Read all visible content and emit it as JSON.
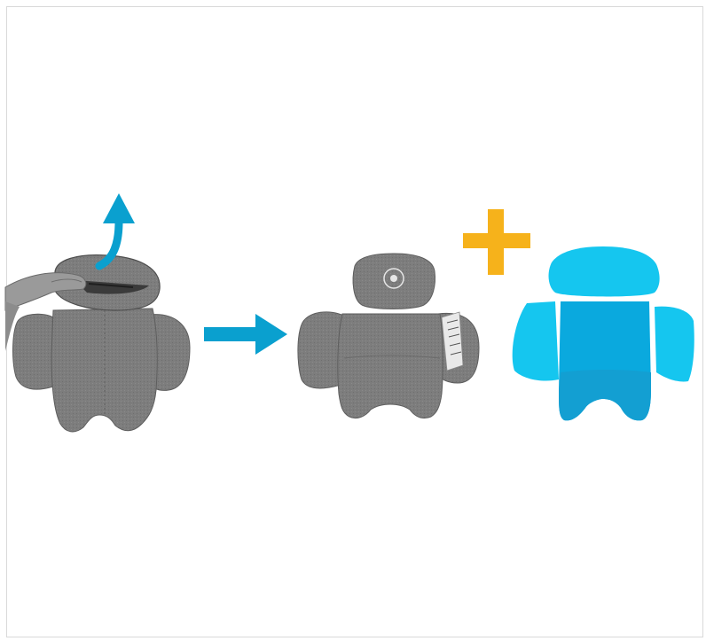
{
  "illustration": {
    "panels": [
      {
        "id": "step-1",
        "icon": "seat-insert-removal-icon"
      },
      {
        "id": "step-2",
        "icon": "seat-insert-icon"
      },
      {
        "id": "step-3",
        "icon": "foam-inserts-icon"
      }
    ],
    "arrow_icon": "arrow-right-icon",
    "lift_arrow_icon": "arrow-up-icon",
    "plus_icon": "plus-icon",
    "colors": {
      "arrow": "#0aa0cf",
      "plus": "#f6b21b",
      "fabric": "#7c7c7c",
      "fabric_dark": "#5f5f5f",
      "foam_light": "#15c6ef",
      "foam_dark": "#0aa9de",
      "border": "#d9d9d9"
    }
  }
}
